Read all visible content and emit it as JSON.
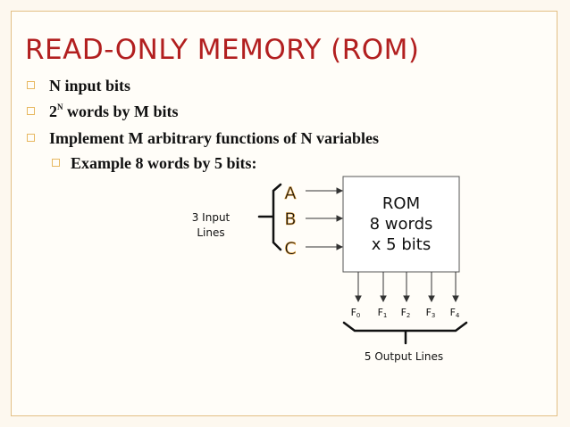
{
  "title": "Read-Only Memory (ROM)",
  "bullets": [
    {
      "text": "N input bits",
      "level": 1
    },
    {
      "base": "2",
      "sup": "N",
      "rest": " words by M bits",
      "level": 1
    },
    {
      "text": "Implement M arbitrary functions of N variables",
      "level": 1
    },
    {
      "text": "Example 8 words by 5 bits:",
      "level": 2
    }
  ],
  "diagram": {
    "input_label_line1": "3 Input",
    "input_label_line2": "Lines",
    "inputs": [
      "A",
      "B",
      "C"
    ],
    "rom_line1": "ROM",
    "rom_line2": "8 words",
    "rom_line3": "x 5 bits",
    "outputs": [
      {
        "base": "F",
        "sub": "0"
      },
      {
        "base": "F",
        "sub": "1"
      },
      {
        "base": "F",
        "sub": "2"
      },
      {
        "base": "F",
        "sub": "3"
      },
      {
        "base": "F",
        "sub": "4"
      }
    ],
    "output_label": "5 Output Lines"
  },
  "colors": {
    "title": "#b21f1f",
    "bullet_marker": "#e7b860",
    "input_letter_outline": "#e9a640"
  }
}
